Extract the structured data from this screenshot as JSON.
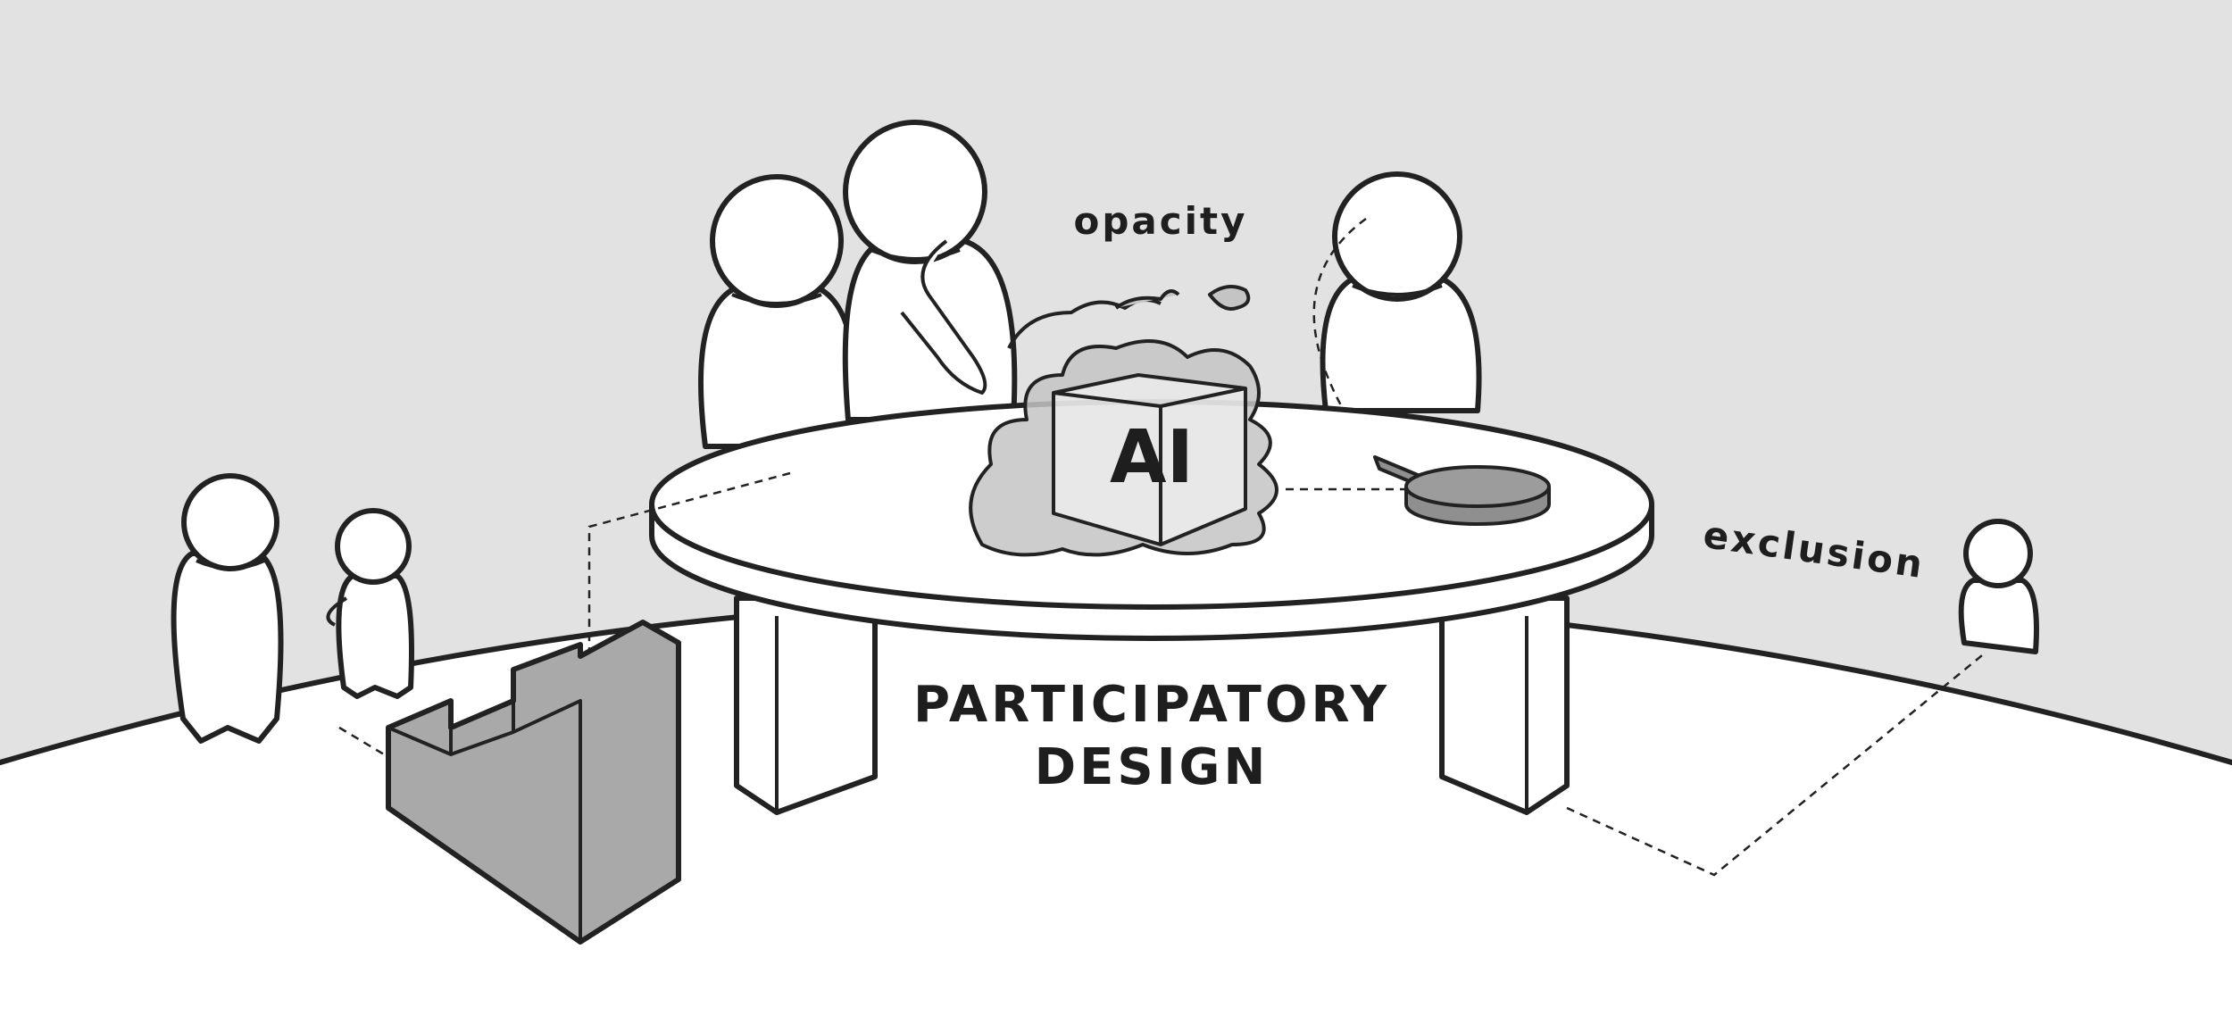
{
  "labels": {
    "opacity": "opacity",
    "exclusion": "exclusion",
    "center_line1": "PARTICIPATORY",
    "center_line2": "DESIGN",
    "ai": "AI"
  },
  "colors": {
    "background": "#e2e2e2",
    "ground": "#ffffff",
    "line": "#222222",
    "staircase": "#a9a9a9",
    "fog": "#c4c4c4",
    "pan": "#8f8f8f"
  }
}
